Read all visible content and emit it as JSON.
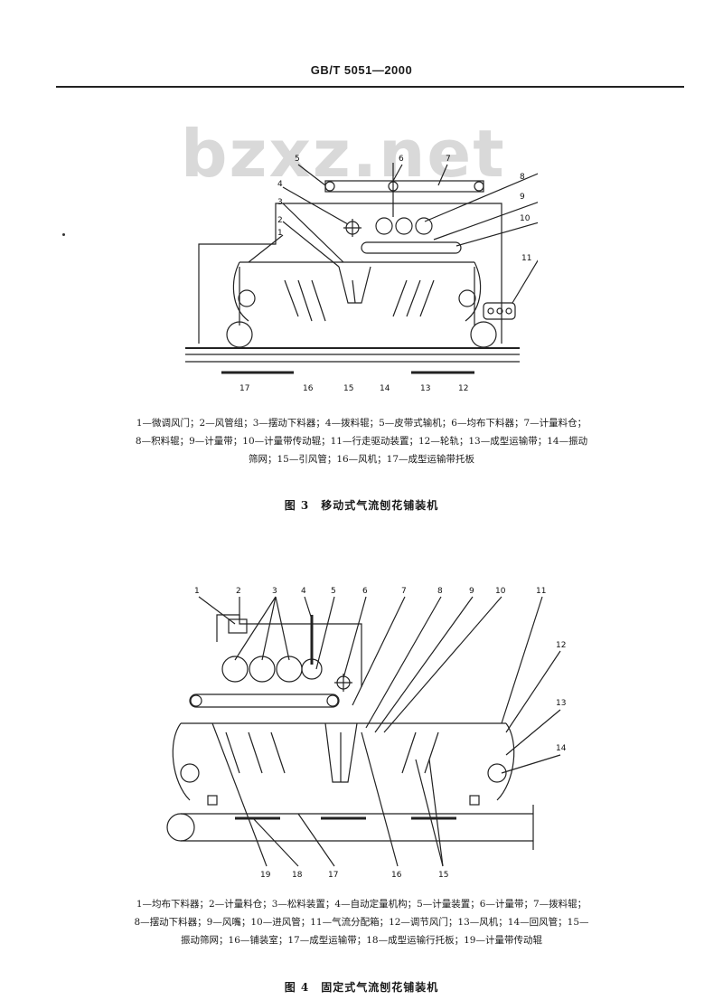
{
  "header": {
    "standard_code": "GB/T 5051—2000"
  },
  "watermark": "bzxz.net",
  "figure3": {
    "labels": [
      "1",
      "2",
      "3",
      "4",
      "5",
      "6",
      "7",
      "8",
      "9",
      "10",
      "11",
      "12",
      "13",
      "14",
      "15",
      "16",
      "17"
    ],
    "legend_lines": [
      "1—微调风门；2—风管组；3—摆动下料器；4—拨料辊；5—皮带式输机；6—均布下料器；7—计量料仓；",
      "8—积料辊；9—计量带；10—计量带传动辊；11—行走驱动装置；12—轮轨；13—成型运输带；14—振动",
      "筛网；15—引风管；16—风机；17—成型运输带托板"
    ],
    "caption": "图 3　移动式气流刨花铺装机"
  },
  "figure4": {
    "labels": [
      "1",
      "2",
      "3",
      "4",
      "5",
      "6",
      "7",
      "8",
      "9",
      "10",
      "11",
      "12",
      "13",
      "14",
      "15",
      "16",
      "17",
      "18",
      "19"
    ],
    "legend_lines": [
      "1—均布下料器；2—计量料仓；3—松料装置；4—自动定量机构；5—计量装置；6—计量带；7—拨料辊；",
      "8—摆动下料器；9—风嘴；10—进风管；11—气流分配箱；12—调节风门；13—风机；14—回风管；15—",
      "振动筛网；16—铺装室；17—成型运输带；18—成型运输行托板；19—计量带传动辊"
    ],
    "caption": "图 4　固定式气流刨花铺装机"
  }
}
